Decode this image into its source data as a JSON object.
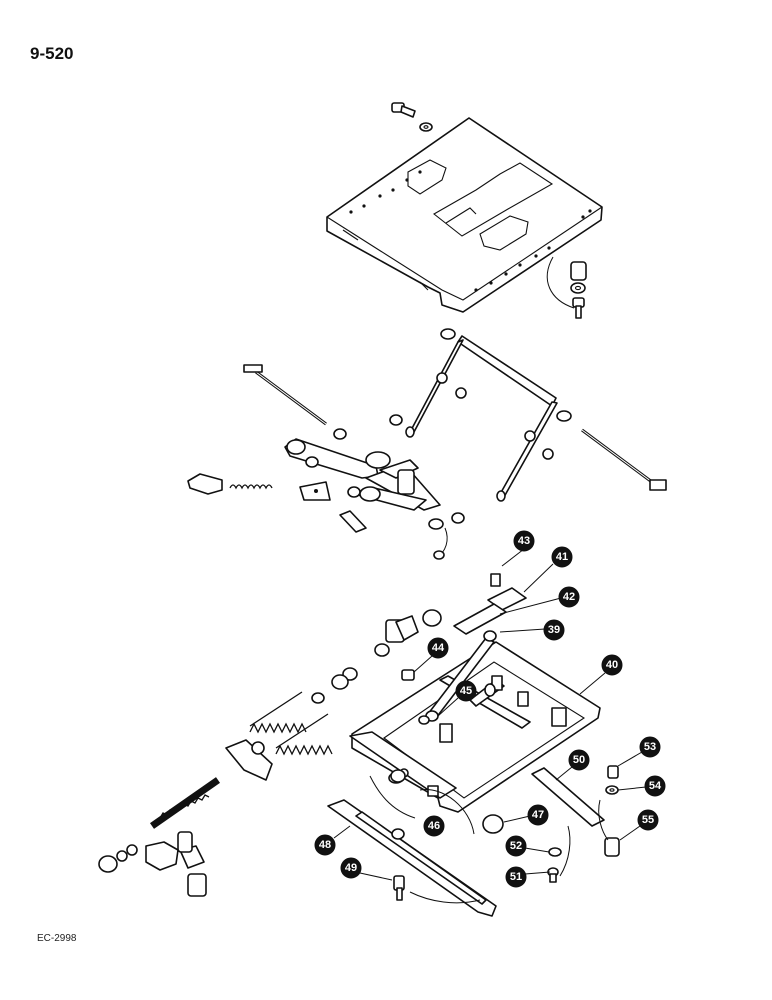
{
  "page_number": "9-520",
  "figure_code": "EC-2998",
  "callouts": [
    "39",
    "40",
    "41",
    "42",
    "43",
    "44",
    "45",
    "46",
    "47",
    "48",
    "49",
    "50",
    "51",
    "52",
    "53",
    "54",
    "55"
  ]
}
